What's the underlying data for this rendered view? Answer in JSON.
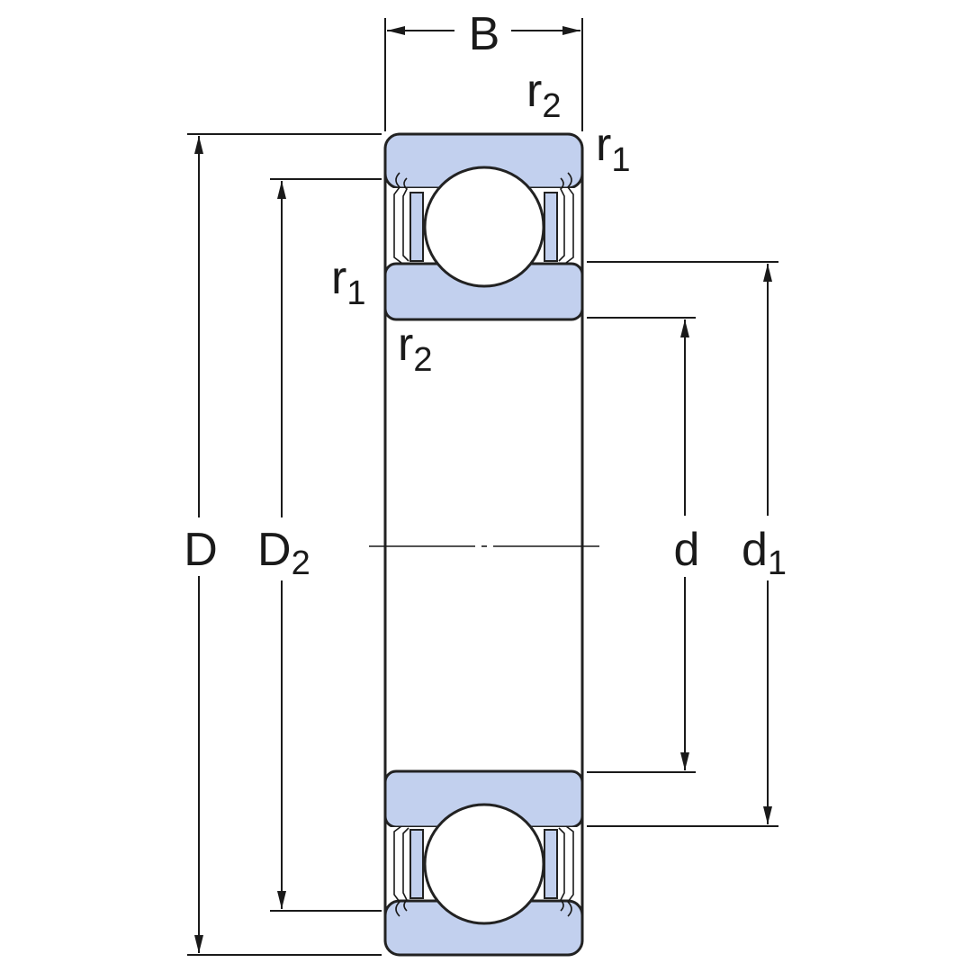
{
  "colors": {
    "ring_fill": "#c2d0ee",
    "line": "#1a1a1a",
    "ball_fill": "#ffffff",
    "background": "#ffffff"
  },
  "labels": {
    "B": "B",
    "D": "D",
    "D2": {
      "base": "D",
      "sub": "2"
    },
    "d": "d",
    "d1": {
      "base": "d",
      "sub": "1"
    },
    "r2_top": {
      "base": "r",
      "sub": "2"
    },
    "r1_top": {
      "base": "r",
      "sub": "1"
    },
    "r1_left": {
      "base": "r",
      "sub": "1"
    },
    "r2_left": {
      "base": "r",
      "sub": "2"
    }
  }
}
